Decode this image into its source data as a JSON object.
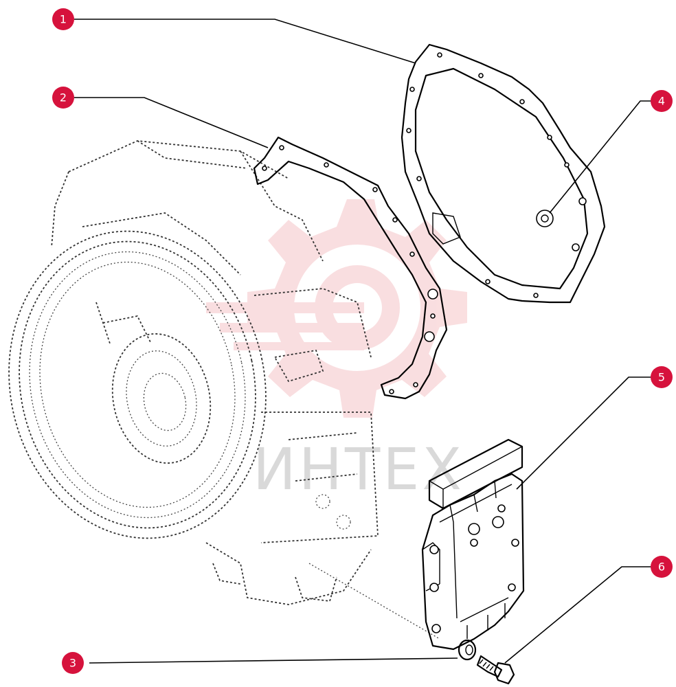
{
  "watermark": {
    "text": "ИНТЕХ",
    "color": "#f3c6c8"
  },
  "callouts": [
    {
      "id": "1"
    },
    {
      "id": "2"
    },
    {
      "id": "3"
    },
    {
      "id": "4"
    },
    {
      "id": "5"
    },
    {
      "id": "6"
    }
  ],
  "colors": {
    "callout": "#d6123c",
    "line": "#000000"
  }
}
